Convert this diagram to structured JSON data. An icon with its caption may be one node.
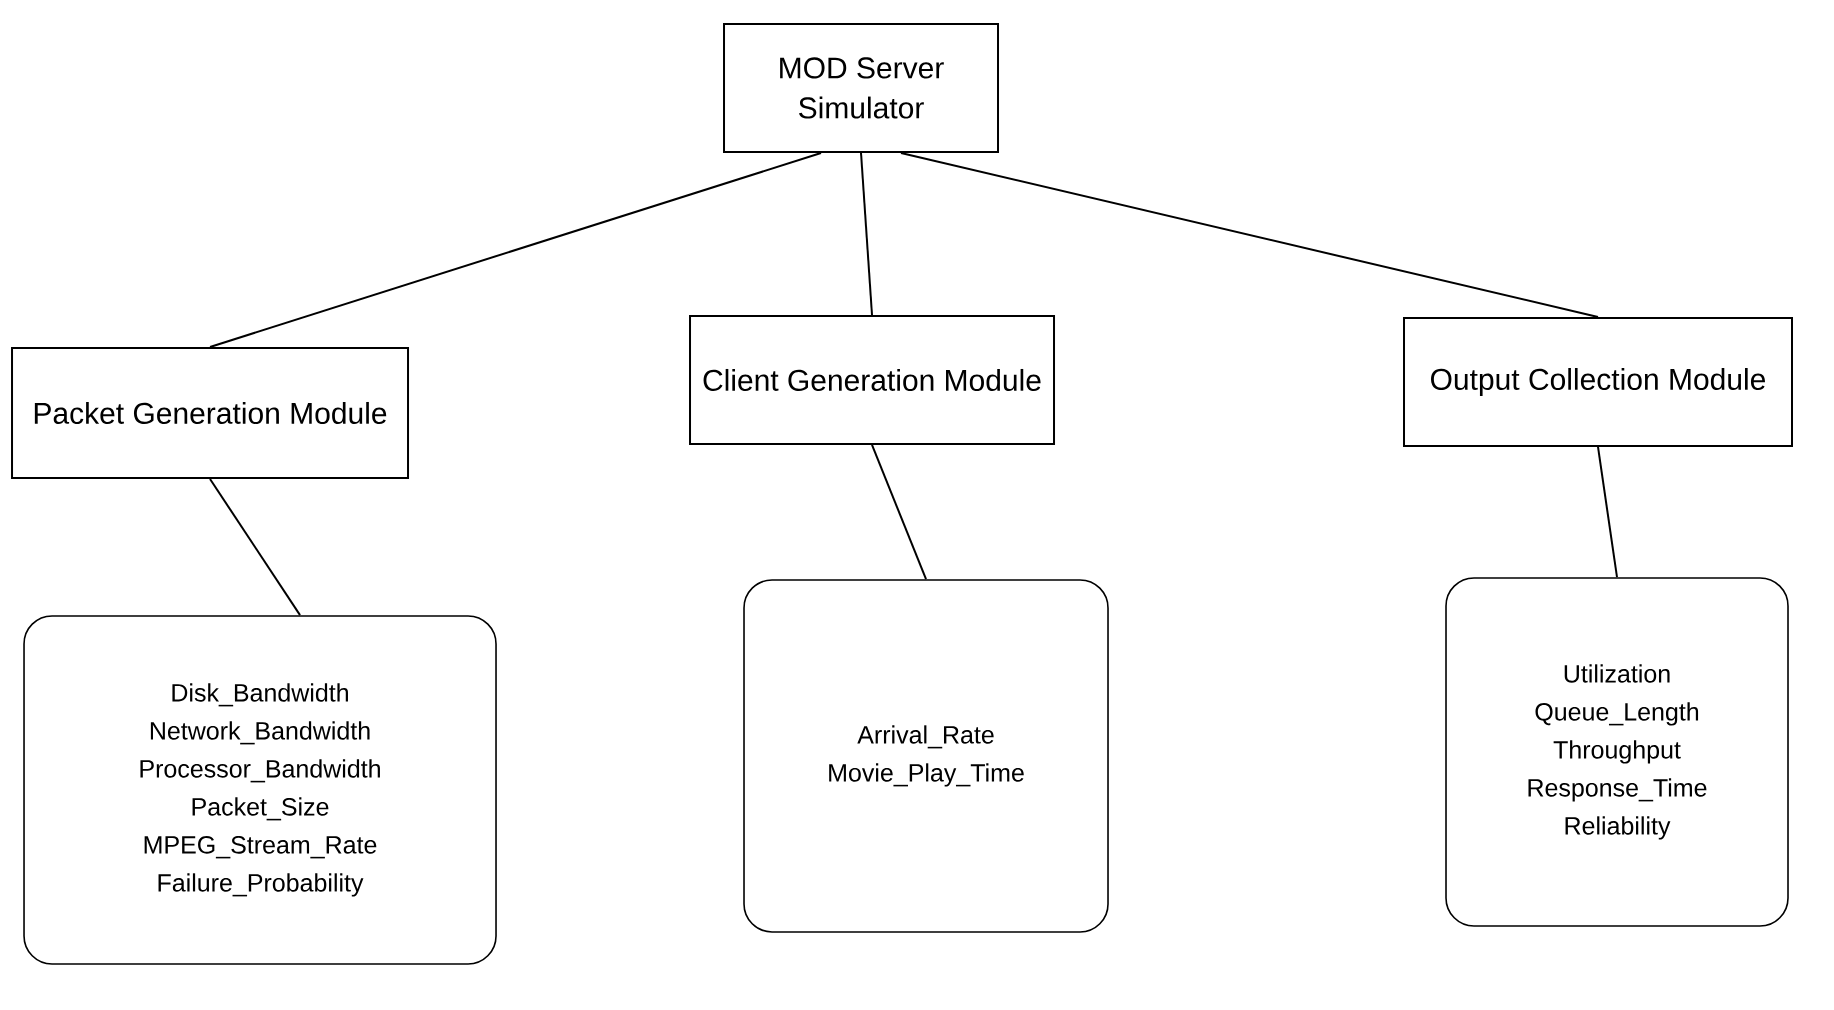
{
  "diagram": {
    "nodes": [
      {
        "text": [
          "MOD Server Simulator"
        ]
      },
      {
        "text": [
          "Packet Generation Module"
        ]
      },
      {
        "text": [
          "Client Generation Module"
        ]
      },
      {
        "text": [
          "Output Collection Module"
        ]
      },
      {
        "text": [
          "Disk_Bandwidth",
          "Network_Bandwidth",
          "Processor_Bandwidth",
          "Packet_Size",
          "MPEG_Stream_Rate",
          "Failure_Probability"
        ]
      },
      {
        "text": [
          "Arrival_Rate",
          "Movie_Play_Time"
        ]
      },
      {
        "text": [
          "Utilization",
          "Queue_Length",
          "Throughput",
          "Response_Time",
          "Reliability"
        ]
      }
    ],
    "edges": [
      {
        "from": 0,
        "to": 1,
        "arrow": "none"
      },
      {
        "from": 0,
        "to": 2,
        "arrow": "none"
      },
      {
        "from": 0,
        "to": 3,
        "arrow": "none"
      },
      {
        "from": 1,
        "to": 4,
        "arrow": "none"
      },
      {
        "from": 2,
        "to": 5,
        "arrow": "none"
      },
      {
        "from": 3,
        "to": 6,
        "arrow": "none"
      }
    ]
  }
}
